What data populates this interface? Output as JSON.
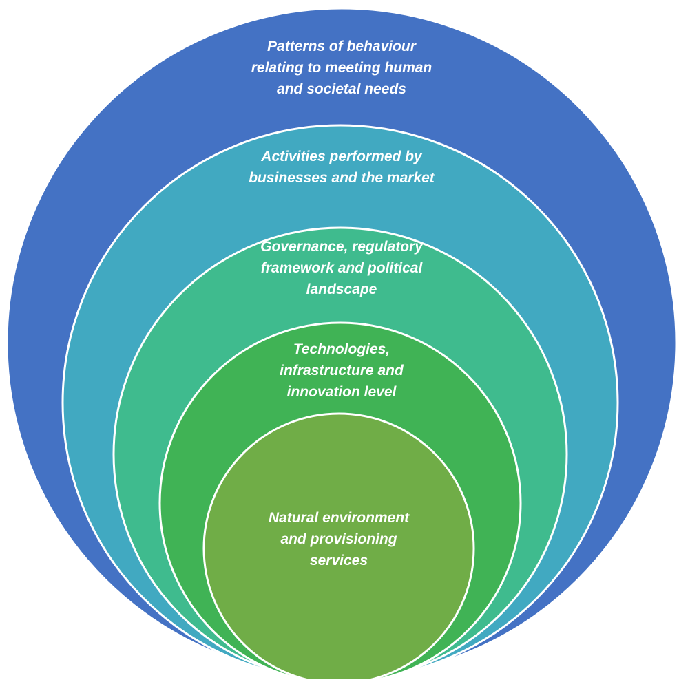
{
  "diagram": {
    "layers": [
      {
        "label": "Patterns of behaviour\nrelating to meeting human\nand societal needs",
        "color": "#4472c4"
      },
      {
        "label": "Activities performed by\nbusinesses and the market",
        "color": "#41a9c1"
      },
      {
        "label": "Governance, regulatory\nframework and political\nlandscape",
        "color": "#3fbb8e"
      },
      {
        "label": "Technologies,\ninfrastructure and\ninnovation level",
        "color": "#40b355"
      },
      {
        "label": "Natural environment\nand provisioning\nservices",
        "color": "#70ad47"
      }
    ]
  }
}
